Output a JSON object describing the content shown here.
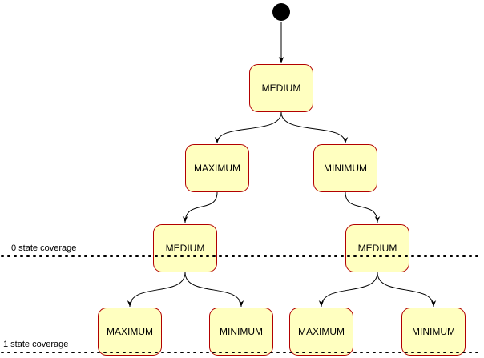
{
  "colors": {
    "state_fill": "#ffffc0",
    "state_border": "#b20000",
    "edge": "#000000",
    "initial": "#000000",
    "boundary": "#000000"
  },
  "states": {
    "root": "MEDIUM",
    "l1_left": "MAXIMUM",
    "l1_right": "MINIMUM",
    "l2_left": "MEDIUM",
    "l2_right": "MEDIUM",
    "l3_1": "MAXIMUM",
    "l3_2": "MINIMUM",
    "l3_3": "MAXIMUM",
    "l3_4": "MINIMUM"
  },
  "coverage": {
    "zero": "0 state coverage",
    "one": "1 state coverage"
  }
}
